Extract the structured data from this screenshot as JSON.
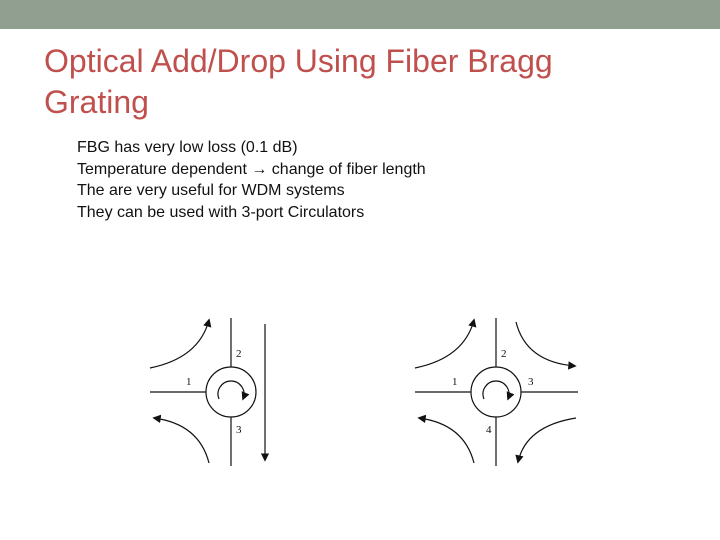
{
  "slide": {
    "title": "Optical Add/Drop Using Fiber Bragg Grating",
    "bullets": [
      "FBG has very low loss (0.1 dB)",
      "Temperature dependent \u0000 change of fiber length",
      "The are very useful for WDM systems",
      "They can be used with 3-port Circulators"
    ],
    "arrow_glyph": "→"
  },
  "diagrams": {
    "three_port": {
      "port_labels": [
        "1",
        "2",
        "3"
      ]
    },
    "four_port": {
      "port_labels": [
        "1",
        "2",
        "3",
        "4"
      ]
    }
  },
  "colors": {
    "title": "#c0504d",
    "top_bar": "#919f91",
    "text": "#111111"
  }
}
